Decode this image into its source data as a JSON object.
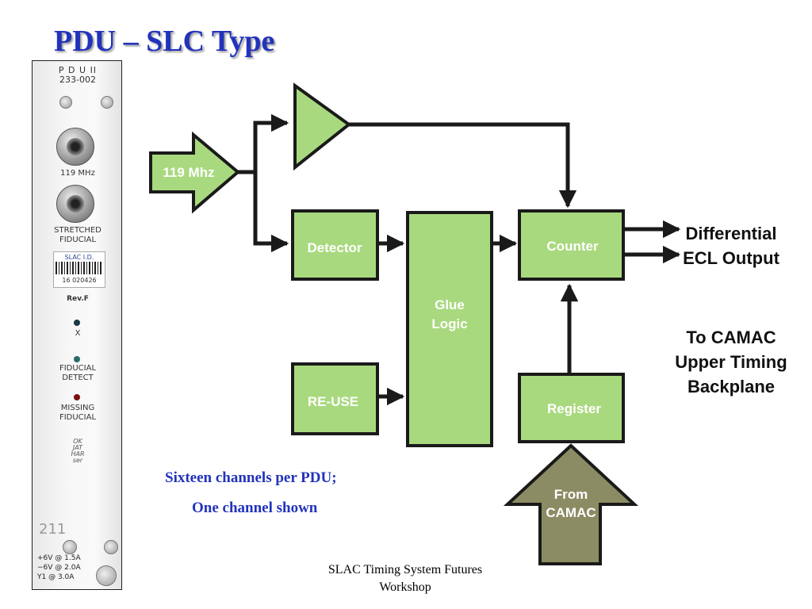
{
  "slide": {
    "title": "PDU – SLC Type",
    "caption_line1": "Sixteen channels per PDU;",
    "caption_line2": "One channel shown",
    "footer_line1": "SLAC Timing System Futures",
    "footer_line2": "Workshop"
  },
  "panel": {
    "model_line1": "P D U  II",
    "model_line2": "233-002",
    "connector1_label": "119 MHz",
    "connector2_label_line1": "STRETCHED",
    "connector2_label_line2": "FIDUCIAL",
    "id_label": "SLAC I.D.",
    "id_number": "16  020426",
    "rev_label": "Rev.F",
    "led1_label": "X",
    "led2_label_line1": "FIDUCIAL",
    "led2_label_line2": "DETECT",
    "led3_label_line1": "MISSING",
    "led3_label_line2": "FIDUCIAL",
    "handwriting_line1": "OK",
    "handwriting_line2": "JAT",
    "handwriting_line3": "HAR",
    "handwriting_line4": "ser",
    "slot_number": "211",
    "power_line1": "+6V  @  1.5A",
    "power_line2": "−6V  @  2.0A",
    "power_line3": "Y1  @  3.0A",
    "led_colors": {
      "x": "#1a3a44",
      "fiducial_detect": "#2a6a6a",
      "missing_fiducial": "#7a1010"
    }
  },
  "diagram": {
    "input_label": "119 Mhz",
    "detector_label": "Detector",
    "reuse_label": "RE-USE",
    "glue_label_line1": "Glue",
    "glue_label_line2": "Logic",
    "counter_label": "Counter",
    "register_label": "Register",
    "from_camac_line1": "From",
    "from_camac_line2": "CAMAC",
    "output_label_line1": "Differential",
    "output_label_line2": "ECL Output",
    "camac_note_line1": "To CAMAC",
    "camac_note_line2": "Upper Timing",
    "camac_note_line3": "Backplane",
    "colors": {
      "block_fill": "#a9d97e",
      "arrow_fill": "#8c8c64",
      "line": "#1a1a1a",
      "title_blue": "#2233bb"
    }
  }
}
